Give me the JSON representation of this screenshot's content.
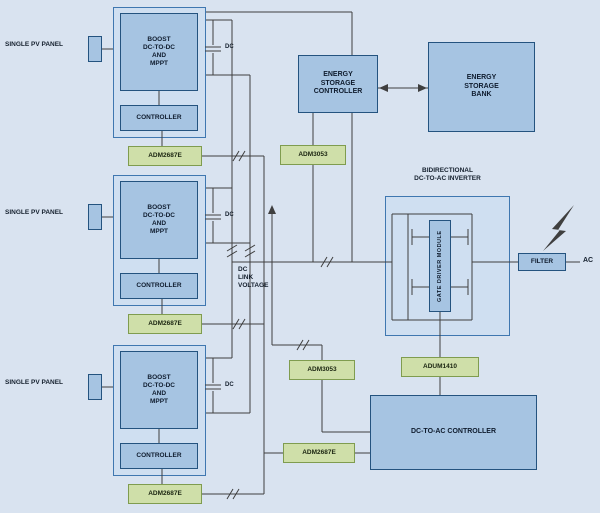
{
  "colors": {
    "page_bg": "#d9e3f0",
    "container_fill": "#cfdff1",
    "container_border": "#3f77b0",
    "block_fill": "#a6c4e2",
    "block_border": "#24537f",
    "green_fill": "#cfdfa9",
    "green_border": "#7f9c4f",
    "line": "#3f3f3f"
  },
  "pv_chains": [
    {
      "panel_label": "SINGLE PV PANEL",
      "converter_label": "BOOST\nDC-TO-DC\nAND\nMPPT",
      "controller_label": "CONTROLLER",
      "isolator_label": "ADM2687E",
      "cap_label": "DC"
    },
    {
      "panel_label": "SINGLE PV PANEL",
      "converter_label": "BOOST\nDC-TO-DC\nAND\nMPPT",
      "controller_label": "CONTROLLER",
      "isolator_label": "ADM2687E",
      "cap_label": "DC"
    },
    {
      "panel_label": "SINGLE PV PANEL",
      "converter_label": "BOOST\nDC-TO-DC\nAND\nMPPT",
      "controller_label": "CONTROLLER",
      "isolator_label": "ADM2687E",
      "cap_label": "DC"
    }
  ],
  "bus": {
    "dc_link_label": "DC\nLINK\nVOLTAGE"
  },
  "energy_storage": {
    "controller_label": "ENERGY\nSTORAGE\nCONTROLLER",
    "bank_label": "ENERGY\nSTORAGE\nBANK",
    "isolator_label": "ADM3053"
  },
  "inverter": {
    "title": "BIDIRECTIONAL\nDC-TO-AC INVERTER",
    "gate_driver_label": "GATE DRIVER MODULE",
    "filter_label": "FILTER",
    "ac_label": "AC"
  },
  "control": {
    "controller_label": "DC-TO-AC CONTROLLER",
    "gate_isolator_label": "ADUM1410",
    "link_isolator_label": "ADM3053",
    "comm_isolator_label": "ADM2687E"
  }
}
